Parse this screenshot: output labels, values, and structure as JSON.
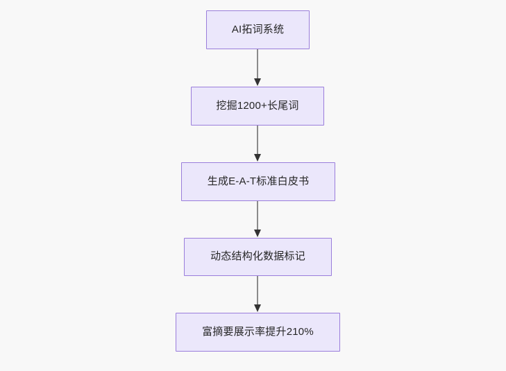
{
  "diagram": {
    "type": "flowchart",
    "direction": "top-to-bottom",
    "background_color": "#f8f8f8",
    "node_fill_color": "#ebe7fb",
    "node_border_color": "#9a7ddb",
    "node_text_color": "#262626",
    "edge_color": "#707070",
    "arrowhead_color": "#333333",
    "nodes": [
      {
        "id": "n0",
        "label": "AI拓词系统"
      },
      {
        "id": "n1",
        "label": "挖掘1200+长尾词"
      },
      {
        "id": "n2",
        "label": "生成E-A-T标准白皮书"
      },
      {
        "id": "n3",
        "label": "动态结构化数据标记"
      },
      {
        "id": "n4",
        "label": "富摘要展示率提升210%"
      }
    ],
    "edges": [
      {
        "id": "e0",
        "from": "n0",
        "to": "n1",
        "label": "",
        "arrow": "down"
      },
      {
        "id": "e1",
        "from": "n1",
        "to": "n2",
        "label": "",
        "arrow": "down"
      },
      {
        "id": "e2",
        "from": "n2",
        "to": "n3",
        "label": "",
        "arrow": "down"
      },
      {
        "id": "e3",
        "from": "n3",
        "to": "n4",
        "label": "",
        "arrow": "down"
      }
    ]
  }
}
